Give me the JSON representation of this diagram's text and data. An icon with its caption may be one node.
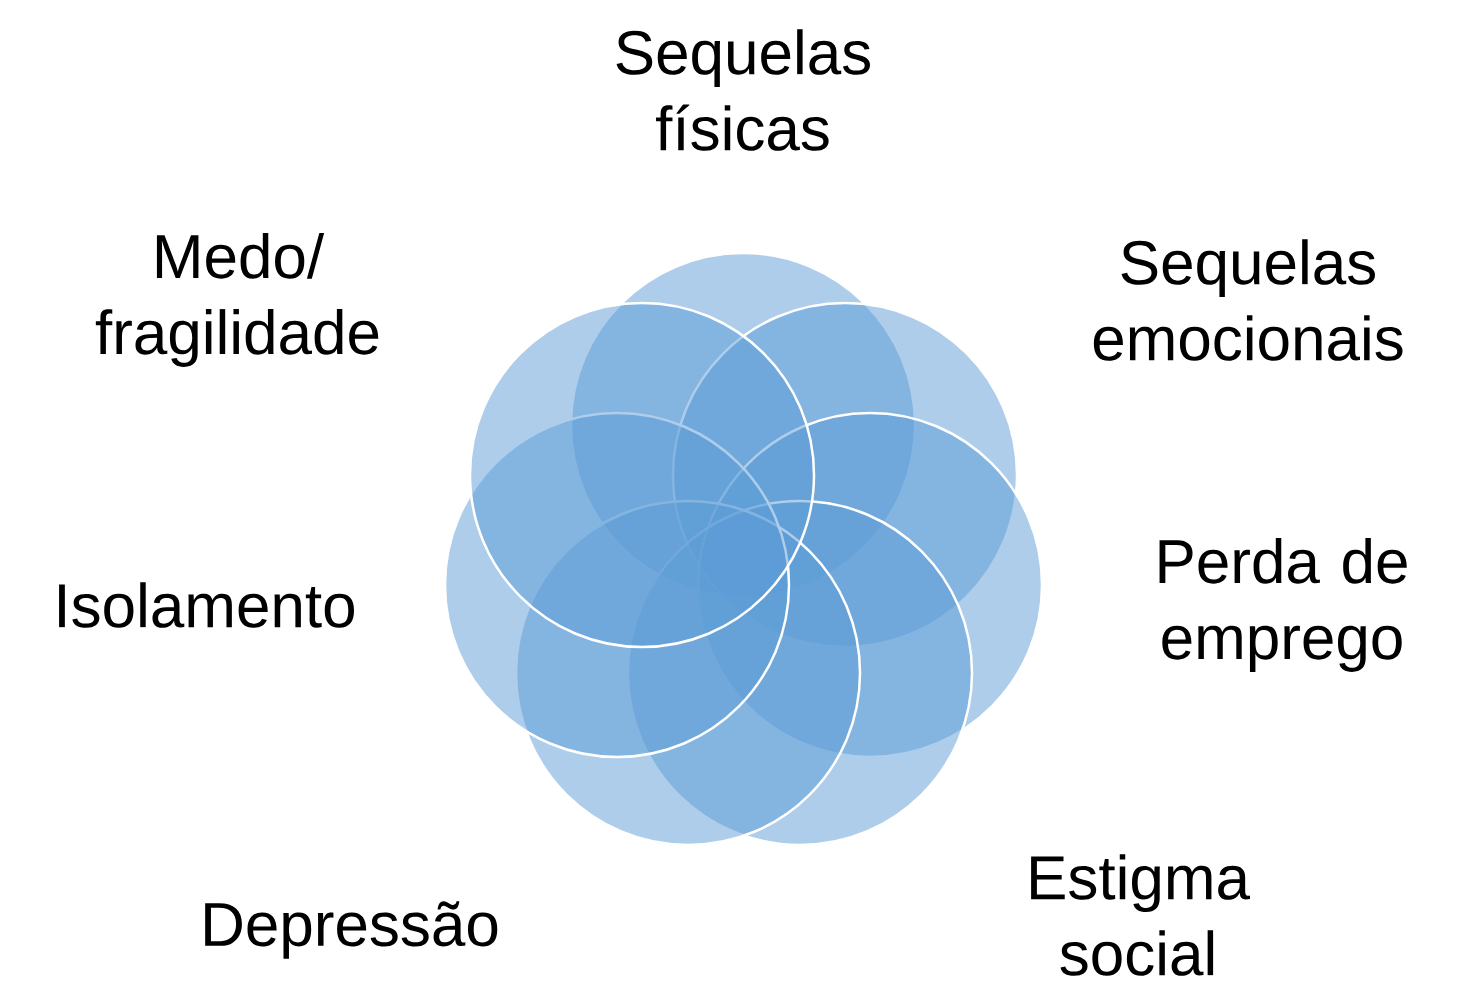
{
  "diagram": {
    "nodes": [
      {
        "text": [],
        "shape": "circle",
        "beside": [
          "Sequelas físicas"
        ]
      },
      {
        "text": [],
        "shape": "circle",
        "beside": [
          "Sequelas emocionais"
        ]
      },
      {
        "text": [],
        "shape": "circle",
        "beside": [
          "Perda de emprego"
        ]
      },
      {
        "text": [],
        "shape": "circle",
        "beside": [
          "Estigma social"
        ]
      },
      {
        "text": [],
        "shape": "circle",
        "beside": [
          "Depressão"
        ]
      },
      {
        "text": [],
        "shape": "circle",
        "beside": [
          "Isolamento"
        ]
      },
      {
        "text": [],
        "shape": "circle",
        "beside": [
          "Medo/ fragilidade"
        ]
      }
    ]
  }
}
